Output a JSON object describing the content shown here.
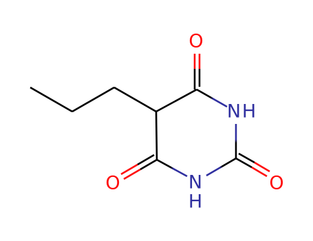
{
  "colors": {
    "carbon_bond": "#000000",
    "oxygen": "#ff0d0d",
    "nitrogen": "#3030a0"
  },
  "atoms": {
    "o_top": "O",
    "o_left": "O",
    "o_right": "O",
    "n_upper": "N",
    "n_upper_h": "H",
    "n_lower": "N",
    "n_lower_h": "H"
  }
}
